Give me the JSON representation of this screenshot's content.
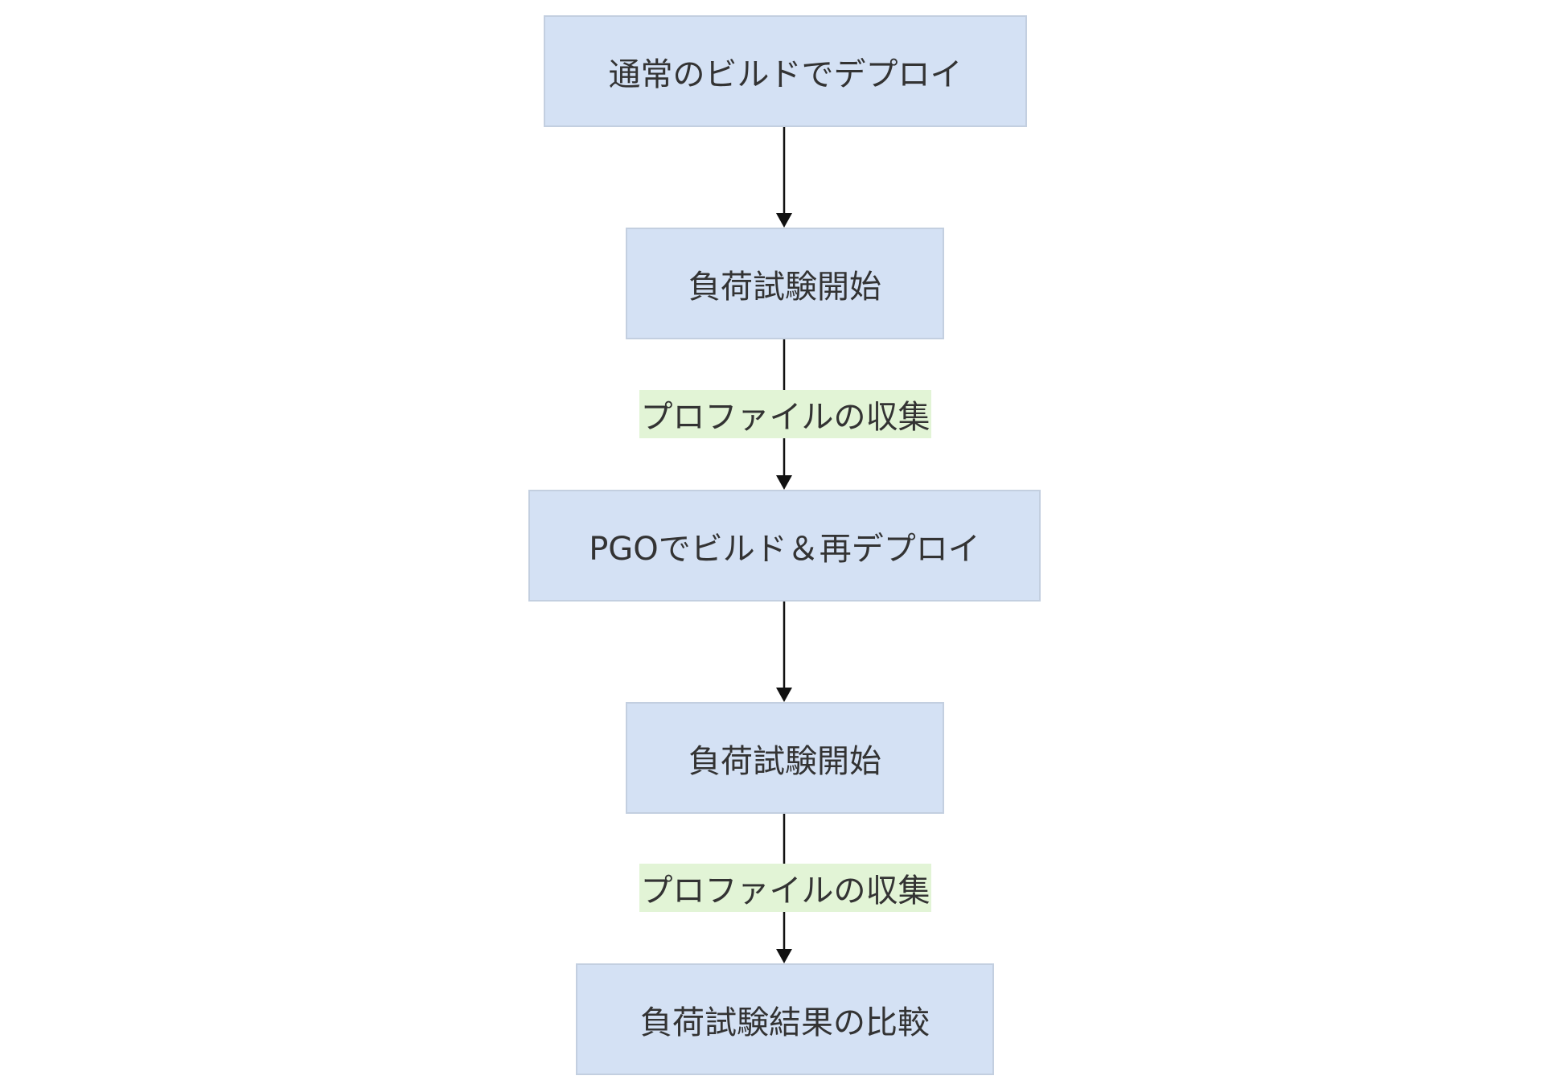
{
  "nodes": [
    {
      "id": "n1",
      "label": "通常のビルドでデプロイ"
    },
    {
      "id": "n2",
      "label": "負荷試験開始"
    },
    {
      "id": "n3",
      "label": "PGOでビルド＆再デプロイ"
    },
    {
      "id": "n4",
      "label": "負荷試験開始"
    },
    {
      "id": "n5",
      "label": "負荷試験結果の比較"
    }
  ],
  "edges": [
    {
      "from": "n1",
      "to": "n2",
      "label": ""
    },
    {
      "from": "n2",
      "to": "n3",
      "label": "プロファイルの収集"
    },
    {
      "from": "n3",
      "to": "n4",
      "label": ""
    },
    {
      "from": "n4",
      "to": "n5",
      "label": "プロファイルの収集"
    }
  ],
  "colors": {
    "node_fill": "#d4e1f4",
    "node_border": "#c3cfe0",
    "edge_label_fill": "#e2f4d6",
    "edge_stroke": "#111111",
    "text": "#333333"
  }
}
